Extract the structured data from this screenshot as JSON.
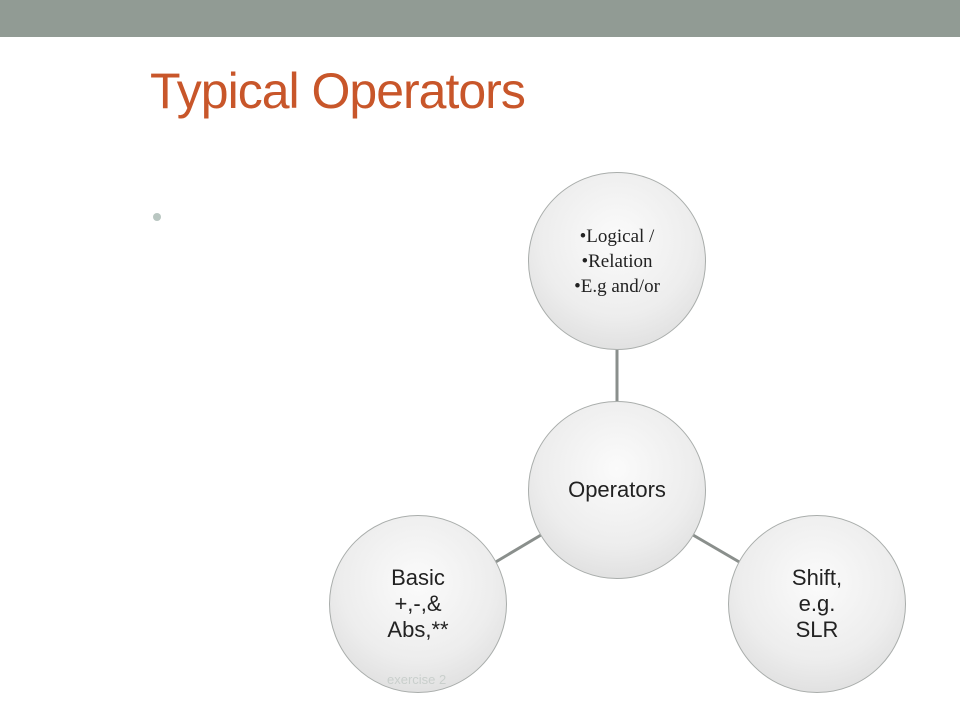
{
  "slide": {
    "title": "Typical Operators",
    "footer": "exercise 2"
  },
  "colors": {
    "top_bar": "#919b94",
    "title": "#c8562a",
    "node_border": "#a9adab",
    "connector": "#8a8f8c"
  },
  "diagram": {
    "center": {
      "label": "Operators"
    },
    "top": {
      "lines": [
        "•Logical /",
        "•Relation",
        "•E.g and/or"
      ]
    },
    "left": {
      "lines": [
        "Basic",
        "+,-,&",
        "Abs,**"
      ]
    },
    "right": {
      "lines": [
        "Shift,",
        "e.g.",
        "SLR"
      ]
    }
  }
}
